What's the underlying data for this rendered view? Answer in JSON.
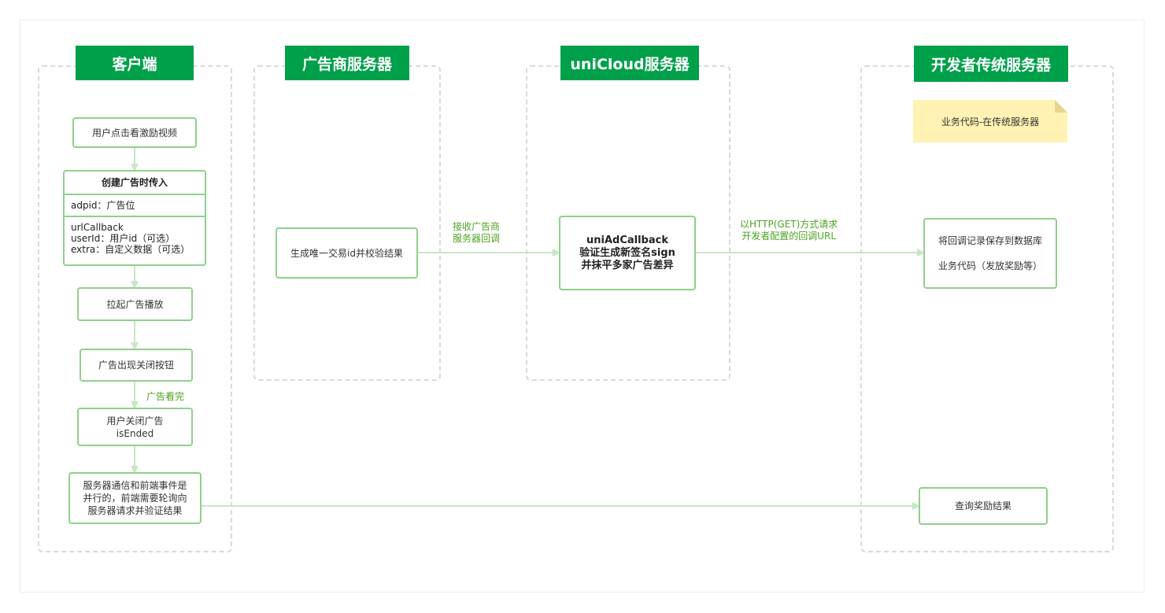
{
  "lanes": {
    "client": "客户端",
    "ad_server": "广告商服务器",
    "unicloud": "uniCloud服务器",
    "dev_server": "开发者传统服务器"
  },
  "nodes": {
    "click_video": "用户点击看激励视频",
    "create_ad": {
      "title": "创建广告时传入",
      "adpid": "adpid：广告位",
      "url_callback": "urlCallback",
      "user_id": "userId：用户id（可选）",
      "extra": "extra：自定义数据（可选）"
    },
    "launch_ad": "拉起广告播放",
    "close_btn": "广告出现关闭按钮",
    "user_close": {
      "line1": "用户关闭广告",
      "line2": "isEnded"
    },
    "poll": {
      "line1": "服务器通信和前端事件是",
      "line2": "并行的，前端需要轮询向",
      "line3": "服务器请求并验证结果"
    },
    "gen_id": "生成唯一交易id并校验结果",
    "callback": {
      "line1": "uniAdCallback",
      "line2": "验证生成新签名sign",
      "line3": "并抹平多家广告差异"
    },
    "save_record": {
      "line1": "将回调记录保存到数据库",
      "line2": "业务代码（发放奖励等）"
    },
    "query_reward": "查询奖励结果"
  },
  "note": "业务代码-在传统服务器",
  "edge_labels": {
    "watched": "广告看完",
    "receive": {
      "line1": "接收广告商",
      "line2": "服务器回调"
    },
    "http_get": {
      "line1": "以HTTP(GET)方式请求",
      "line2": "开发者配置的回调URL"
    }
  },
  "colors": {
    "header_bg": "#00a04a",
    "node_border": "#8fd08c",
    "edge": "#c8e6c6",
    "edge_label": "#4ca321",
    "note_bg": "#fff2b3",
    "lane_border": "#d9d9d9"
  }
}
